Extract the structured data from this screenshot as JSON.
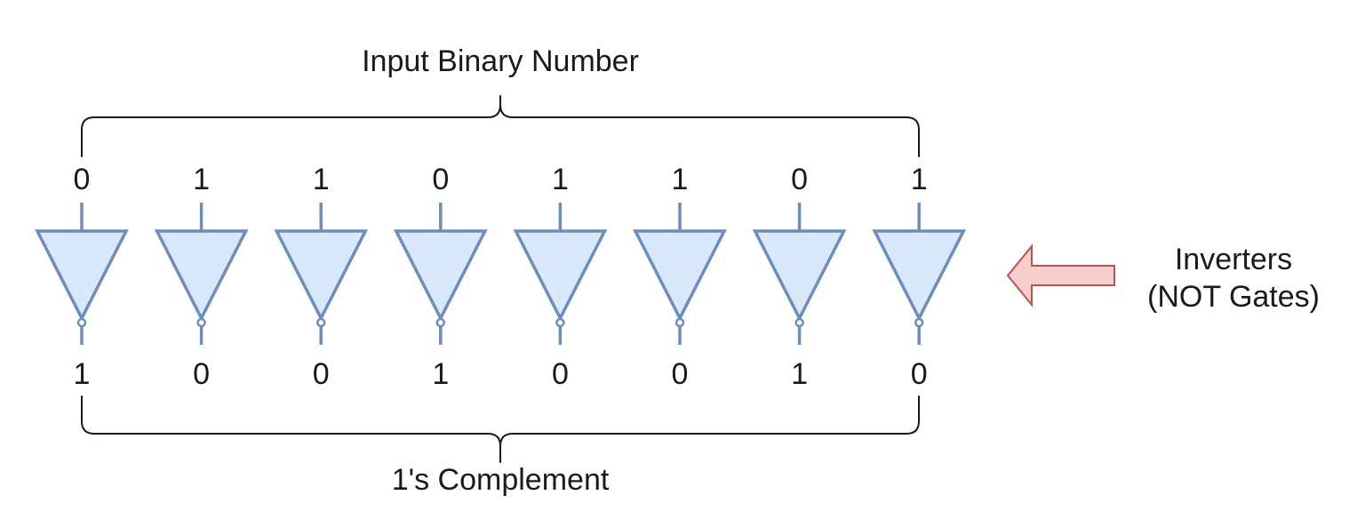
{
  "labels": {
    "input": "Input Binary Number",
    "output": "1's Complement",
    "inverters_line1": "Inverters",
    "inverters_line2": "(NOT Gates)"
  },
  "bits": {
    "input": [
      "0",
      "1",
      "1",
      "0",
      "1",
      "1",
      "0",
      "1"
    ],
    "output": [
      "1",
      "0",
      "0",
      "1",
      "0",
      "0",
      "1",
      "0"
    ]
  },
  "colors": {
    "gate_fill": "#dae8fc",
    "gate_stroke": "#6c8ebf",
    "arrow_fill": "#f8cecc",
    "arrow_stroke": "#b85450",
    "text": "#1a1a1a"
  },
  "icons": {
    "gate": "not-gate-icon",
    "arrow": "left-arrow-icon"
  }
}
